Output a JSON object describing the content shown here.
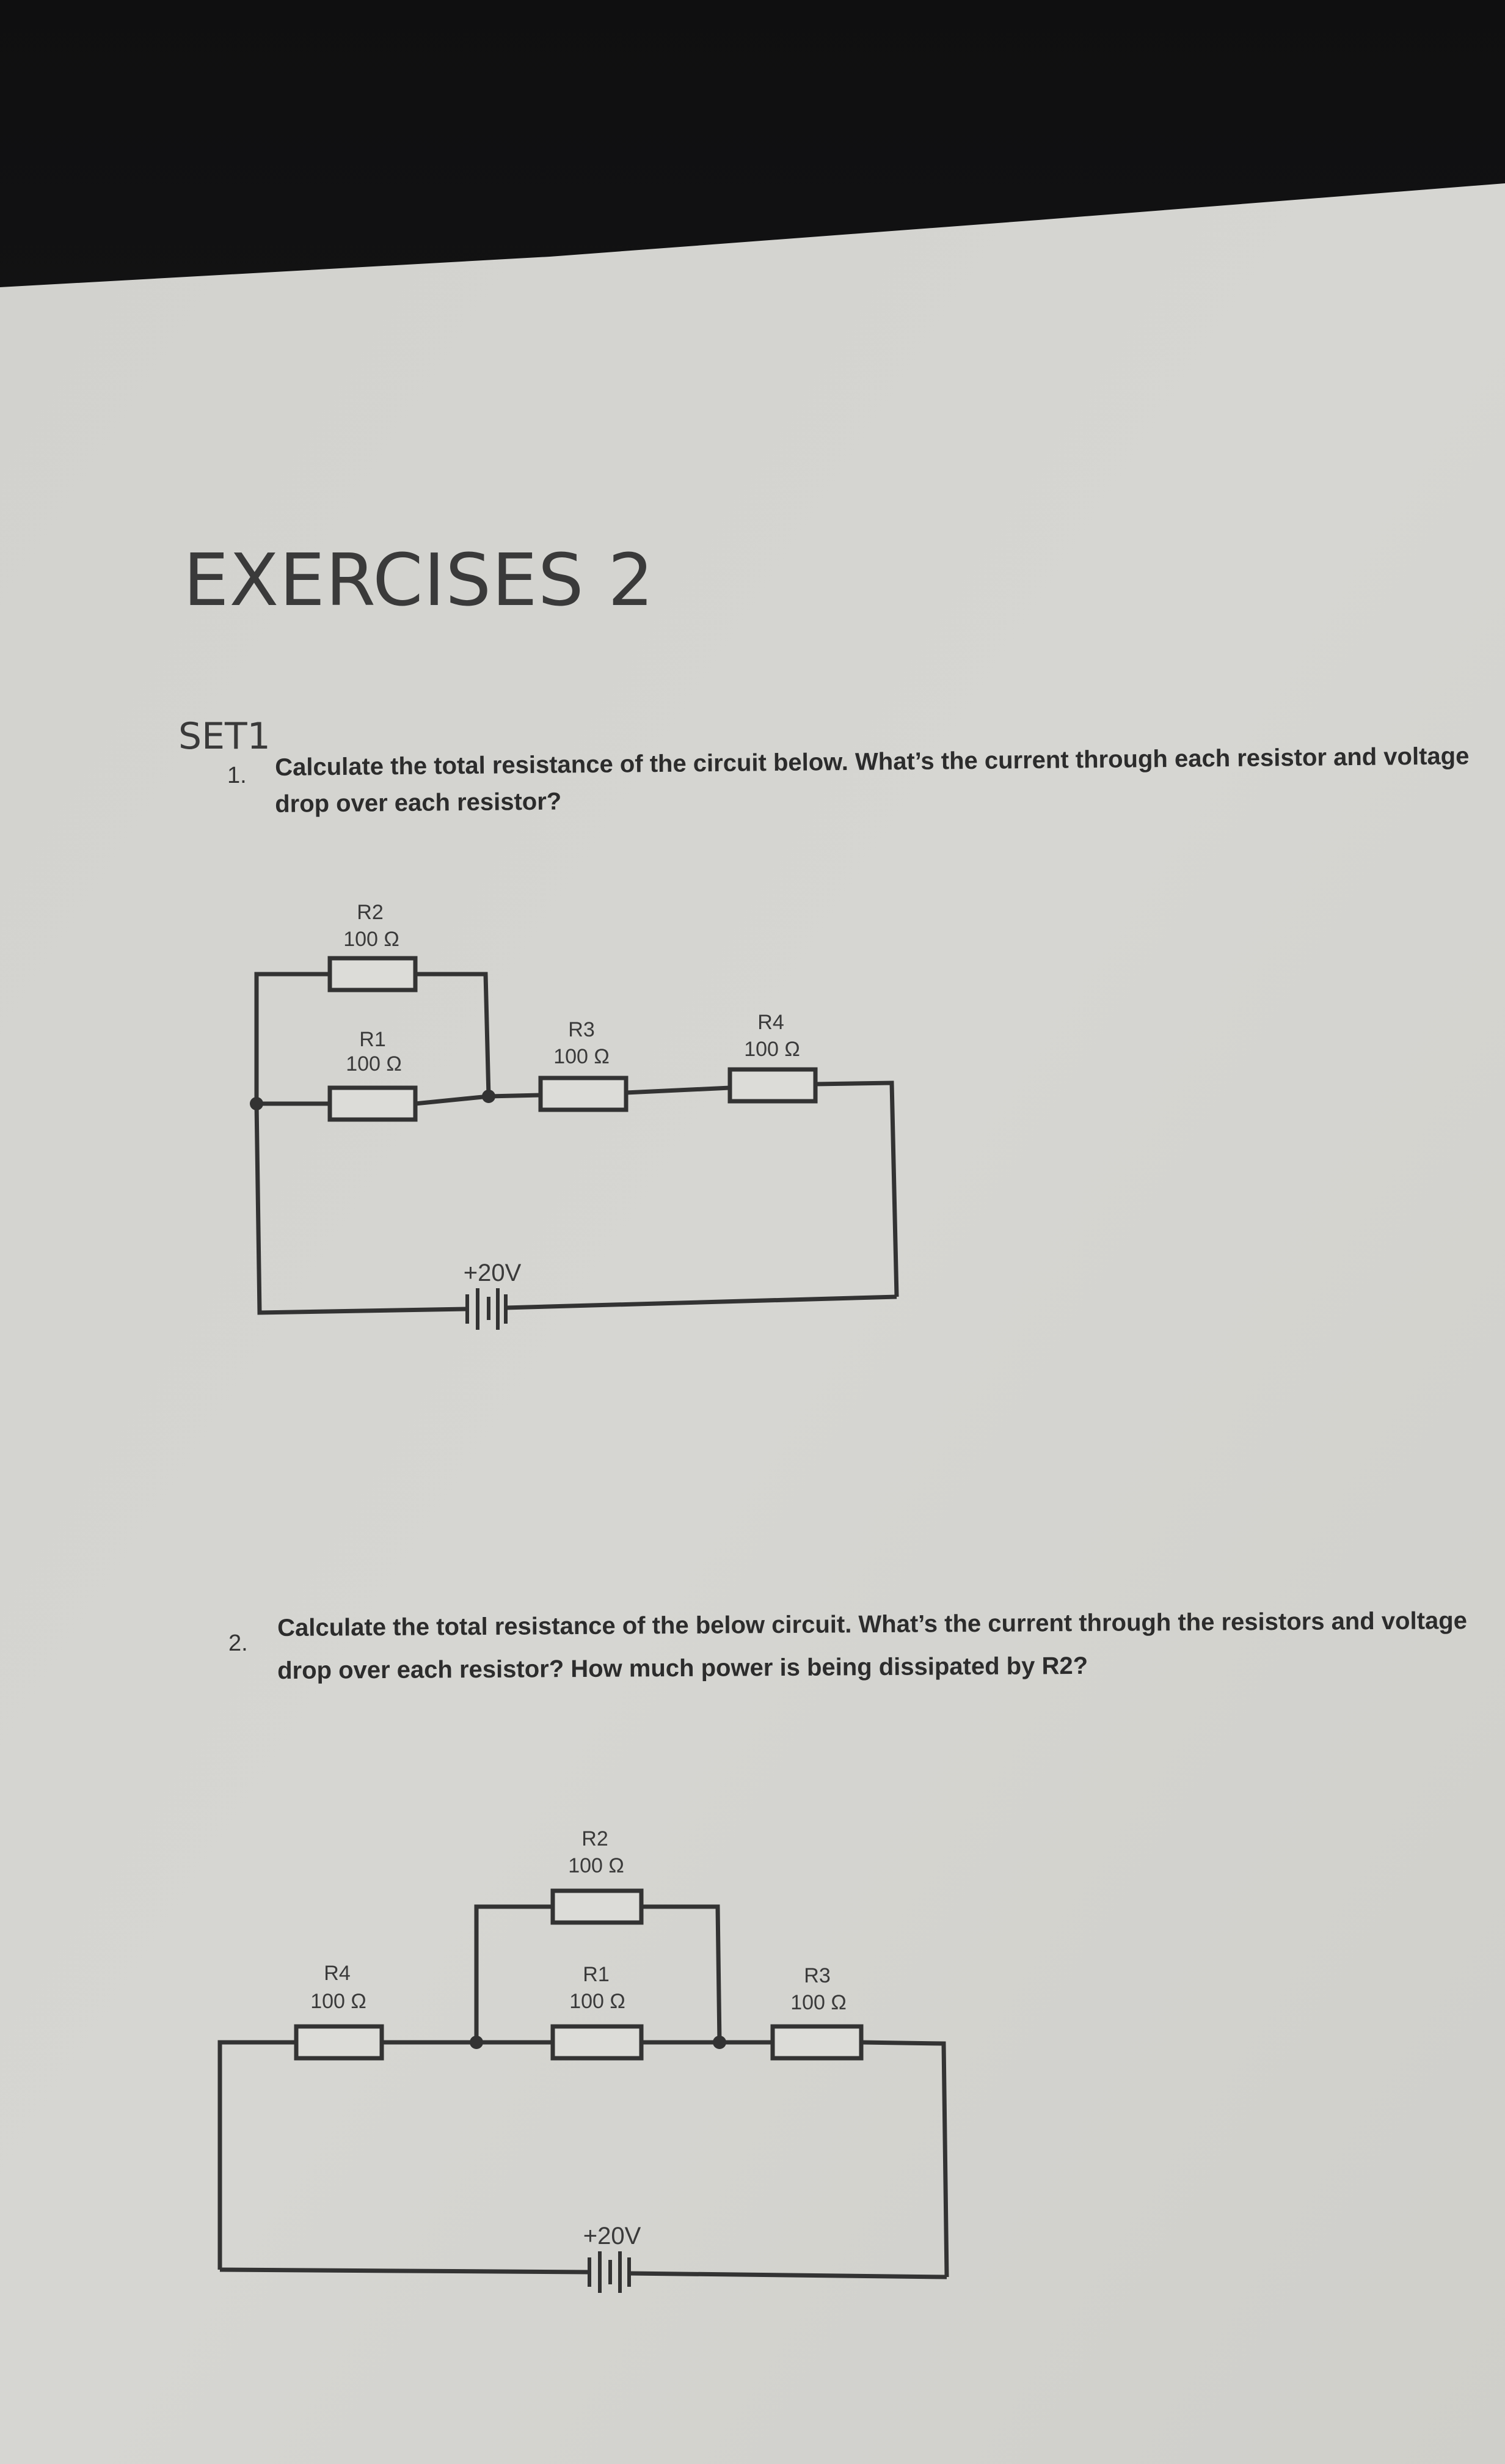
{
  "document": {
    "title": "EXERCISES 2",
    "set_label": "SET1"
  },
  "questions": [
    {
      "number": "1.",
      "line1": "Calculate the total resistance of the circuit below. What’s the current through each resistor and voltage",
      "line2": "drop over each resistor?"
    },
    {
      "number": "2.",
      "line1": "Calculate the total resistance of the below circuit. What’s the current through the resistors and voltage",
      "line2": "drop over each resistor? How much power is being dissipated by R2?"
    }
  ],
  "circuit1": {
    "r2": {
      "name": "R2",
      "value": "100 Ω"
    },
    "r1": {
      "name": "R1",
      "value": "100 Ω"
    },
    "r3": {
      "name": "R3",
      "value": "100 Ω"
    },
    "r4": {
      "name": "R4",
      "value": "100 Ω"
    },
    "battery": "+20V"
  },
  "circuit2": {
    "r2": {
      "name": "R2",
      "value": "100 Ω"
    },
    "r4": {
      "name": "R4",
      "value": "100 Ω"
    },
    "r1": {
      "name": "R1",
      "value": "100 Ω"
    },
    "r3": {
      "name": "R3",
      "value": "100 Ω"
    },
    "battery": "+20V"
  },
  "colors": {
    "paper": "#d4d4d0",
    "background": "#1a1a1c",
    "ink": "#2a2a2a"
  }
}
